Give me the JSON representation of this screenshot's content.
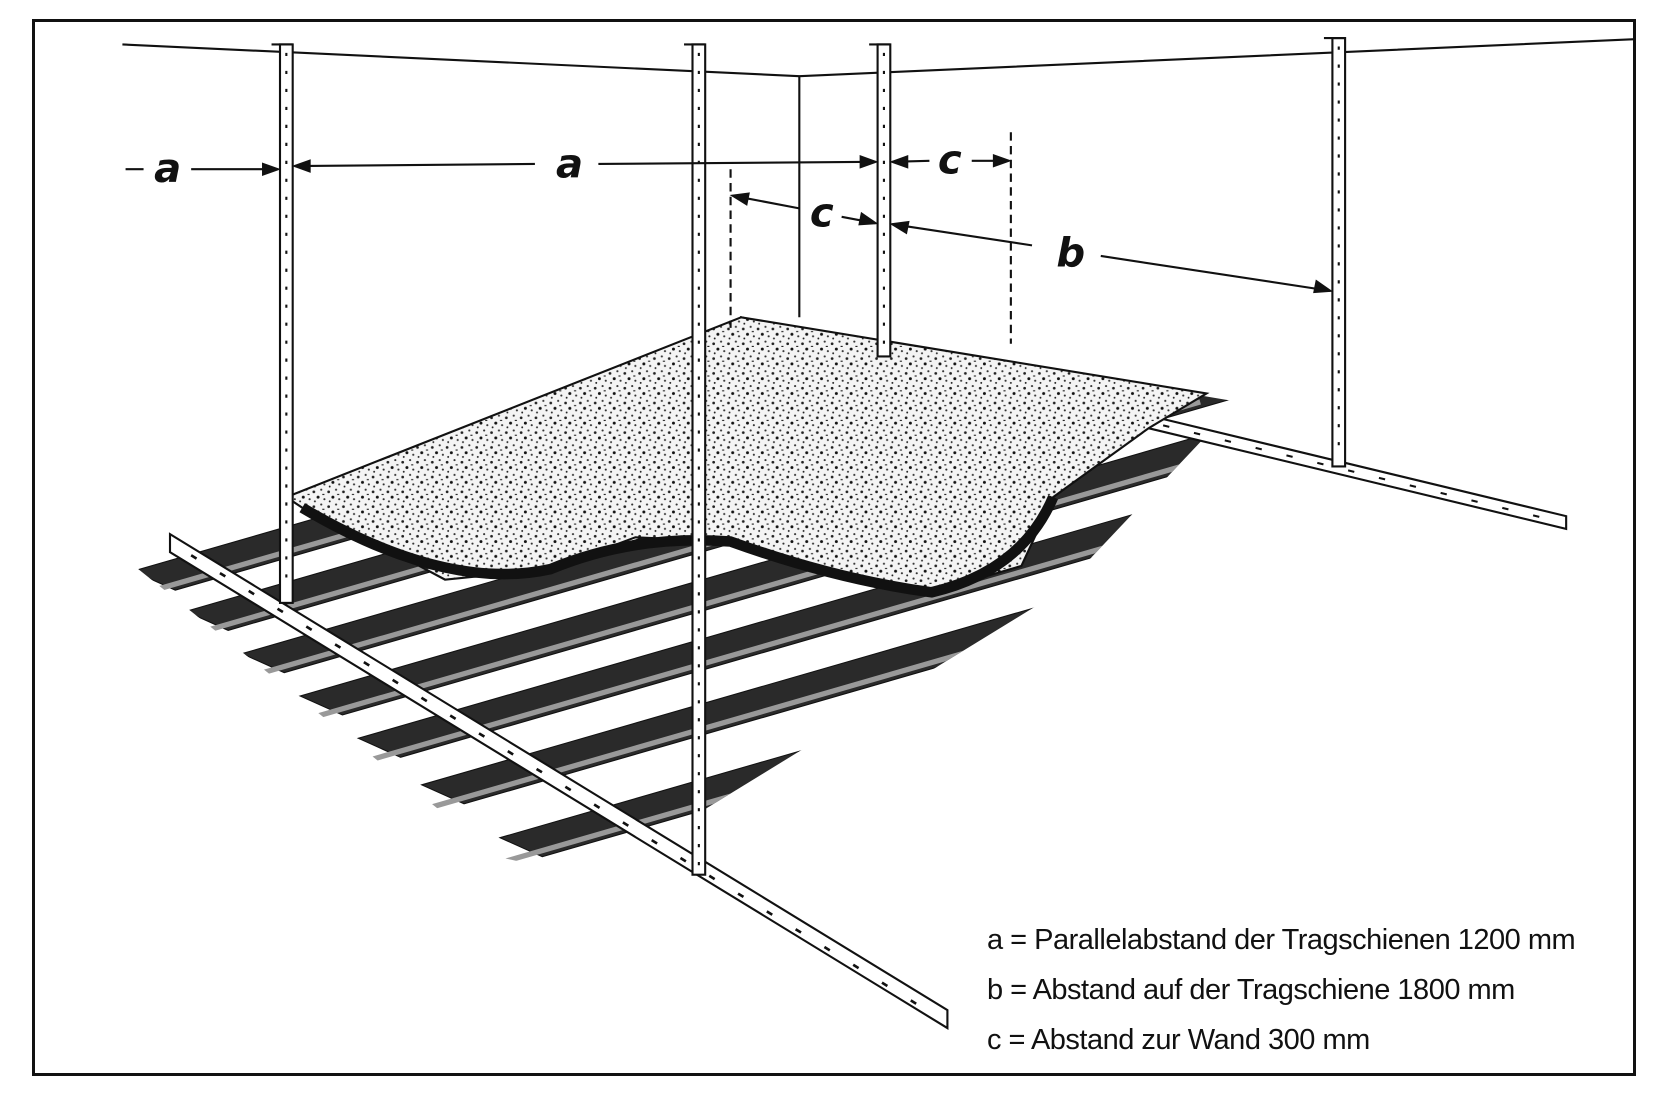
{
  "diagram": {
    "dimension_labels": {
      "a_left": "a",
      "a_center": "a",
      "c_upper": "c",
      "c_lower": "c",
      "b": "b"
    },
    "legend": [
      "a = Parallelabstand der Tragschienen 1200 mm",
      "b = Abstand auf der Tragschiene 1800 mm",
      "c = Abstand zur Wand 300 mm"
    ]
  }
}
